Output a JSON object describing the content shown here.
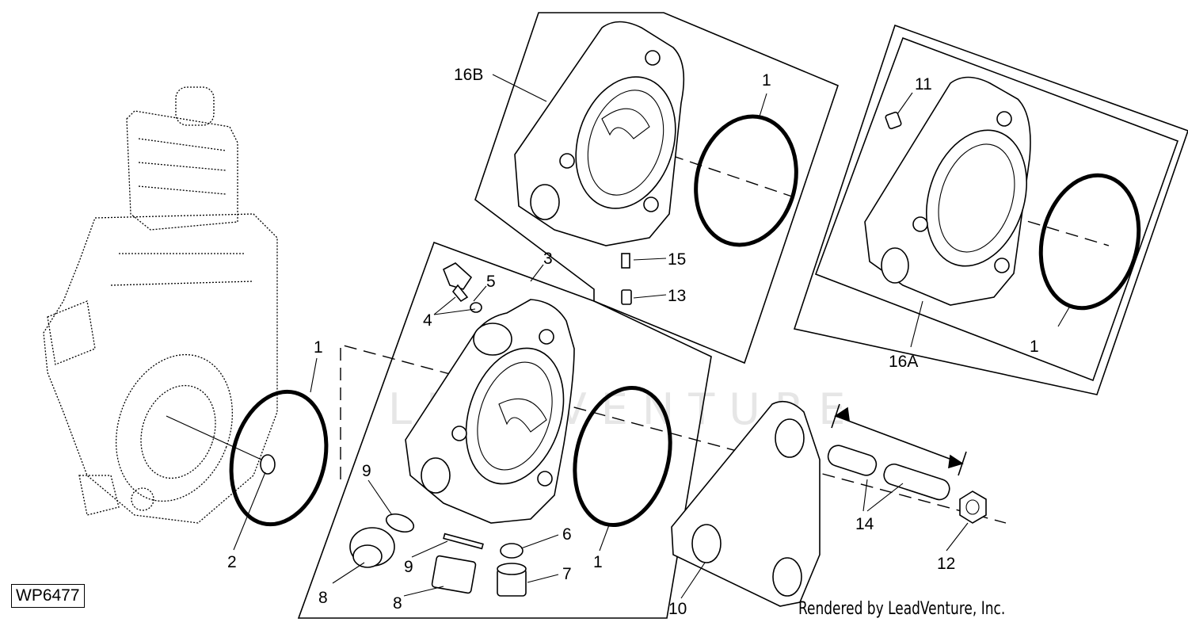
{
  "diagram": {
    "figure_id": "WP6477",
    "credit": "Rendered by LeadVenture, Inc.",
    "watermark": "LEADVENTURE",
    "callouts": {
      "c16B": "16B",
      "c1_top": "1",
      "c11": "11",
      "c1_right": "1",
      "c16A": "16A",
      "c15": "15",
      "c13": "13",
      "c3": "3",
      "c5": "5",
      "c4": "4",
      "c1_left": "1",
      "c2": "2",
      "c9_upper": "9",
      "c9_lower": "9",
      "c8_left": "8",
      "c8_lower": "8",
      "c6": "6",
      "c7": "7",
      "c1_center": "1",
      "c10": "10",
      "c14": "14",
      "c12": "12"
    }
  }
}
